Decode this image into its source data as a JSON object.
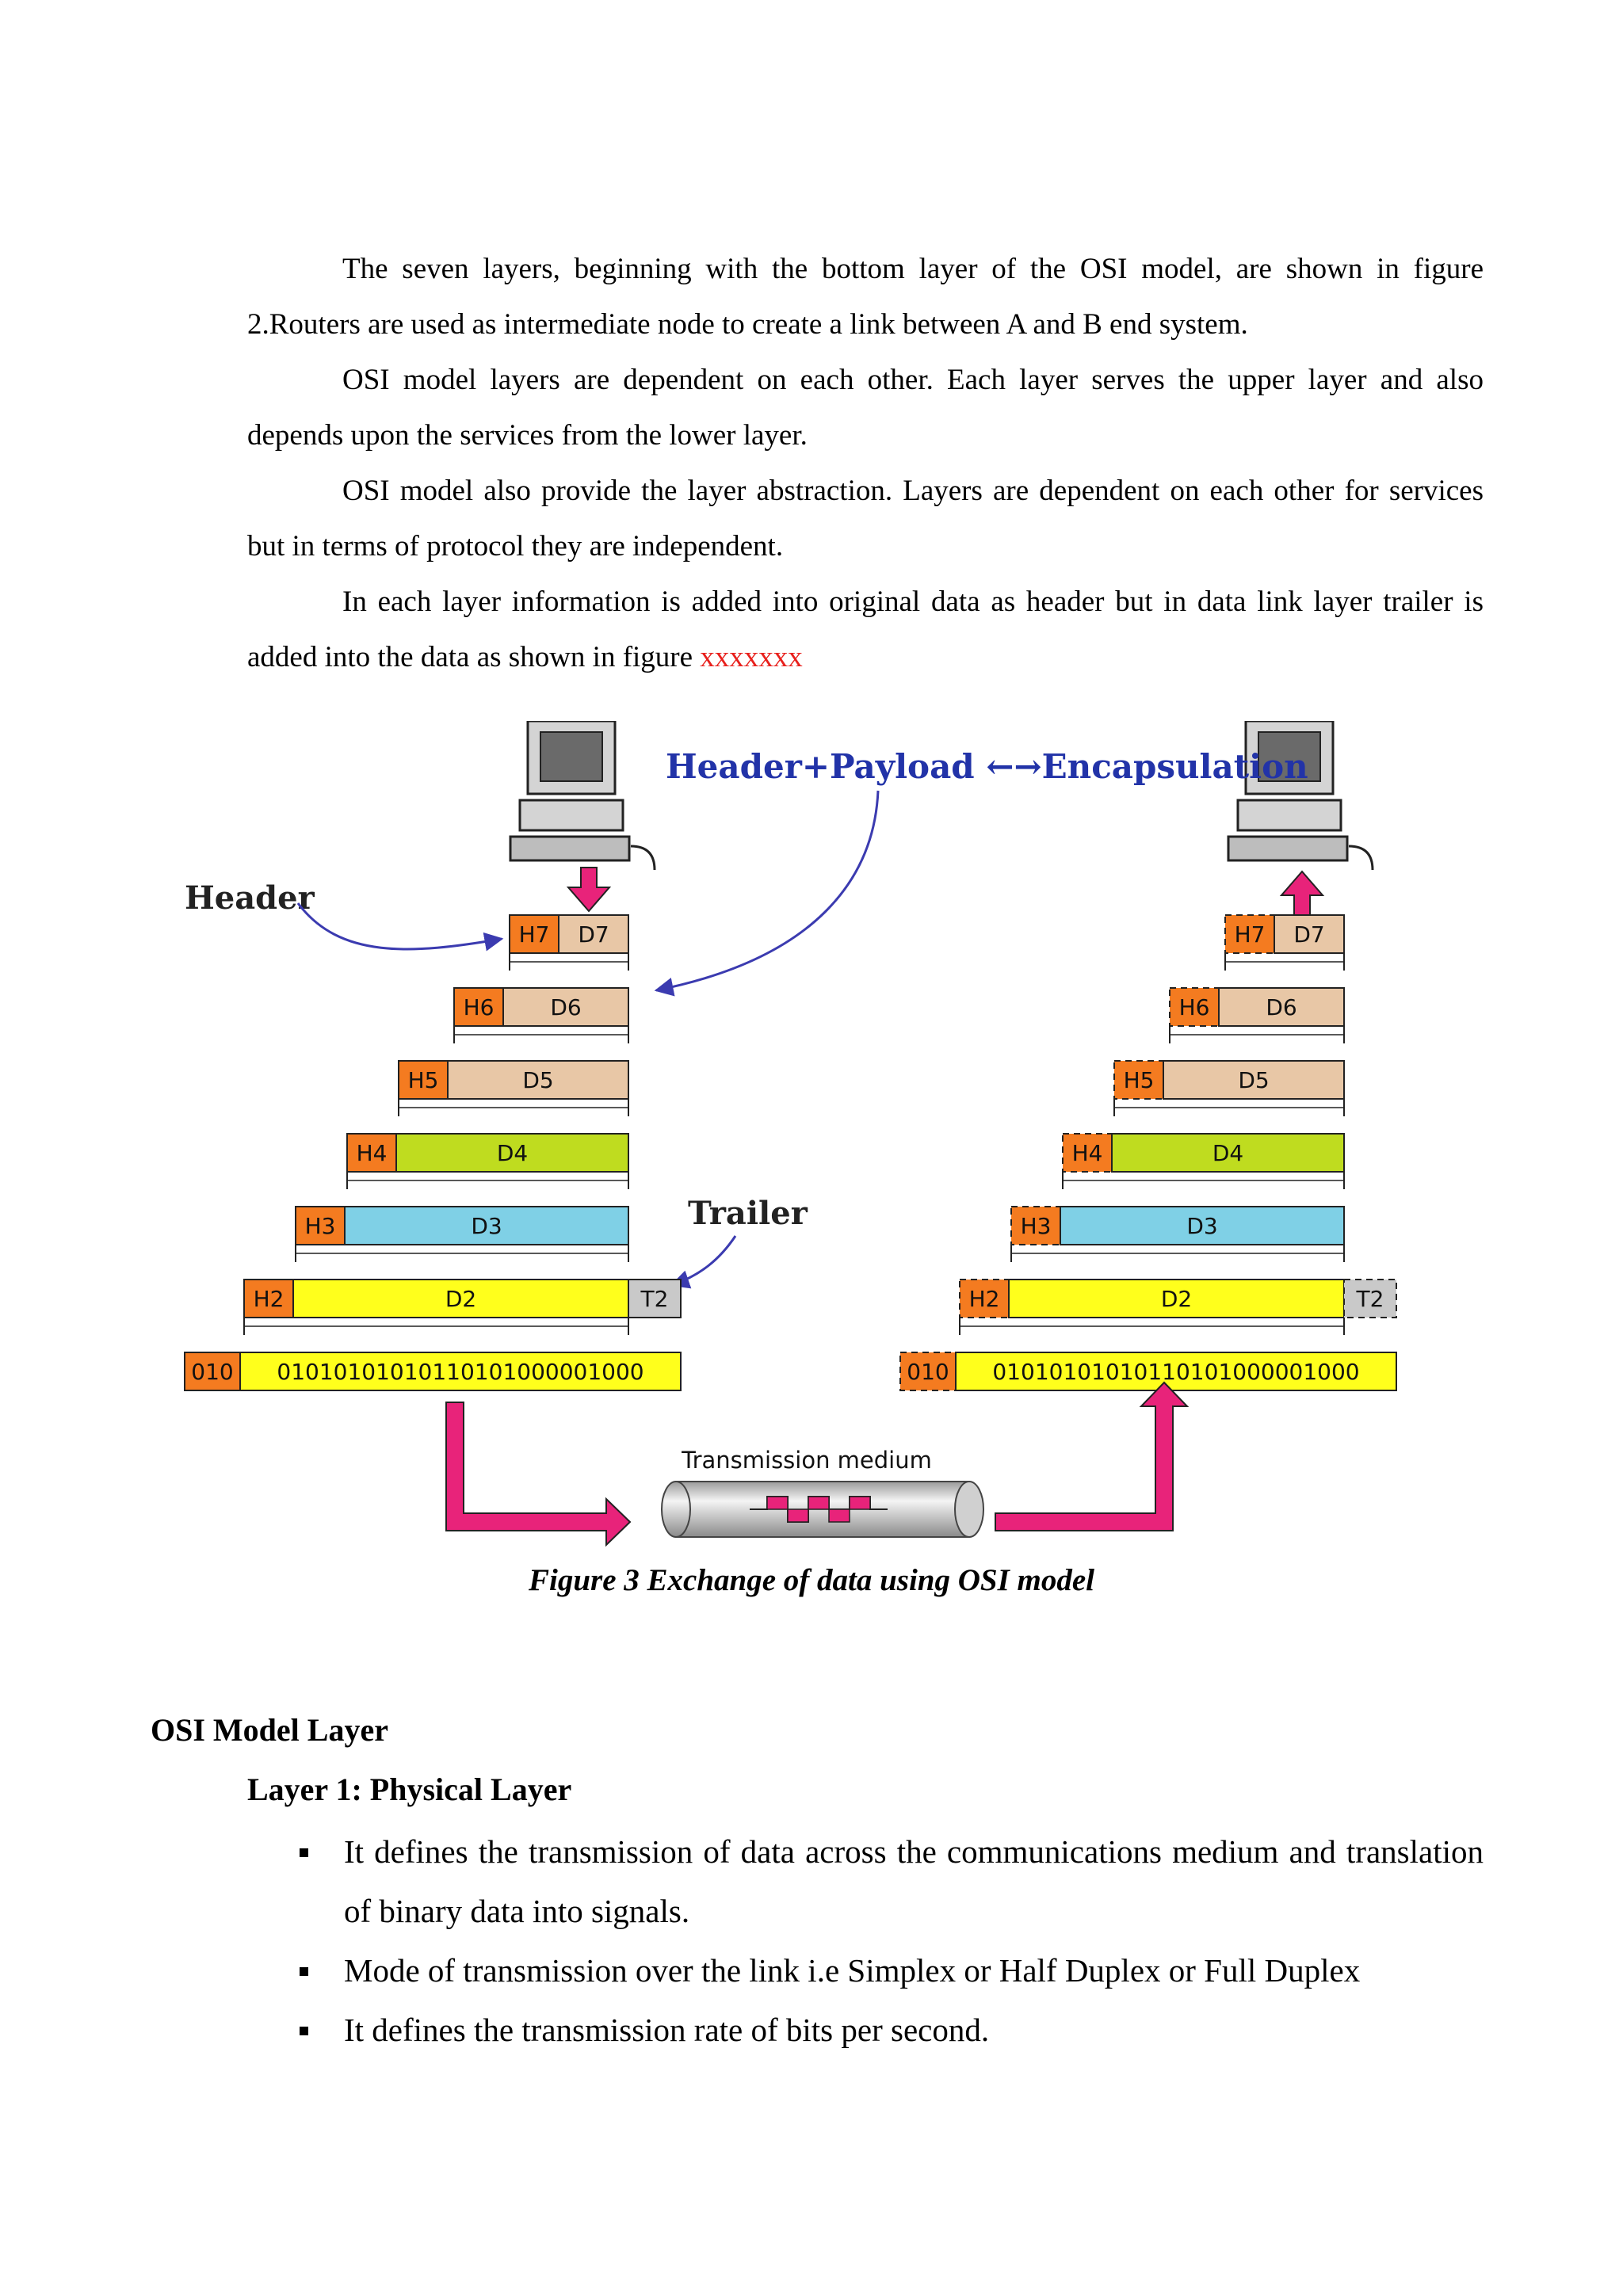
{
  "paragraphs": [
    {
      "text": "The seven layers, beginning with the bottom layer of the OSI model, are  shown in figure 2.Routers are used as intermediate node to create a link between A and B end system."
    },
    {
      "text": "OSI model layers are dependent on each other. Each layer serves the upper layer and also depends upon the services from the lower layer."
    },
    {
      "text": "OSI model also provide the layer abstraction. Layers are dependent on  each other for services but in terms of protocol  they are independent."
    },
    {
      "text": "In each layer information is added into original data as header but in data link layer trailer is added into the data as shown in figure ",
      "ref": "xxxxxxx"
    }
  ],
  "figure": {
    "title": "Header+Payload ←→Encapsulation",
    "header_label": "Header",
    "trailer_label": "Trailer",
    "medium_label": "Transmission medium",
    "layers": [
      {
        "h": "H7",
        "d": "D7"
      },
      {
        "h": "H6",
        "d": "D6"
      },
      {
        "h": "H5",
        "d": "D5"
      },
      {
        "h": "H4",
        "d": "D4"
      },
      {
        "h": "H3",
        "d": "D3"
      },
      {
        "h": "H2",
        "d": "D2",
        "t": "T2"
      }
    ],
    "bits_prefix": "010",
    "bits": "01010101010110101000001000",
    "colors": {
      "header": "#f47b20",
      "upper": "#e8c7a6",
      "d4": "#bfdc1f",
      "d3": "#7fd0e6",
      "d2": "#ffff1c",
      "trailer": "#c9c9c9",
      "arrow": "#e8237a"
    }
  },
  "caption": "Figure 3 Exchange of data using OSI model",
  "section_heading": "OSI Model Layer",
  "subsection_heading": "Layer 1: Physical Layer",
  "bullets": [
    "It defines the transmission of data across the communications medium and translation of binary data into signals.",
    "Mode of transmission over the link i.e Simplex or Half Duplex or Full Duplex",
    "It defines the transmission rate of bits per second."
  ]
}
